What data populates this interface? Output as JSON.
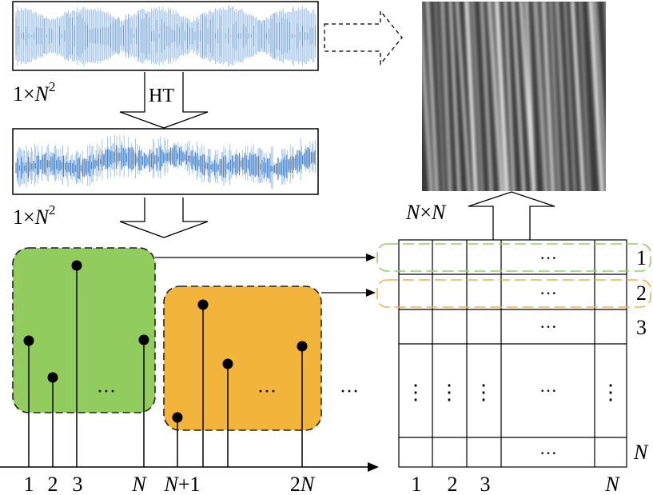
{
  "signal_top": {
    "size_label_prefix": "1×",
    "size_label_var": "N",
    "size_label_exp": "2"
  },
  "transform": {
    "label": "HT"
  },
  "signal_bottom": {
    "size_label_prefix": "1×",
    "size_label_var": "N",
    "size_label_exp": "2"
  },
  "image": {
    "size_label": "N×N"
  },
  "groups": {
    "group1_ellipsis": "···",
    "group2_ellipsis": "···",
    "more_ellipsis": "···"
  },
  "axis_ticks": [
    "1",
    "2",
    "3",
    "N",
    "N+1",
    "2N"
  ],
  "matrix": {
    "row_labels": [
      "1",
      "2",
      "3",
      "N"
    ],
    "col_labels": [
      "1",
      "2",
      "3",
      "N"
    ],
    "h_ellipsis": "···",
    "v_ellipsis": "⋮"
  },
  "colors": {
    "signal": "#4a7fc1",
    "signal_light": "#9cc0e8",
    "group1_fill": "#92cc5e",
    "group1_border": "#8fd06a",
    "group2_fill": "#f2b43a",
    "group2_border": "#eab54a",
    "line": "#000000"
  }
}
